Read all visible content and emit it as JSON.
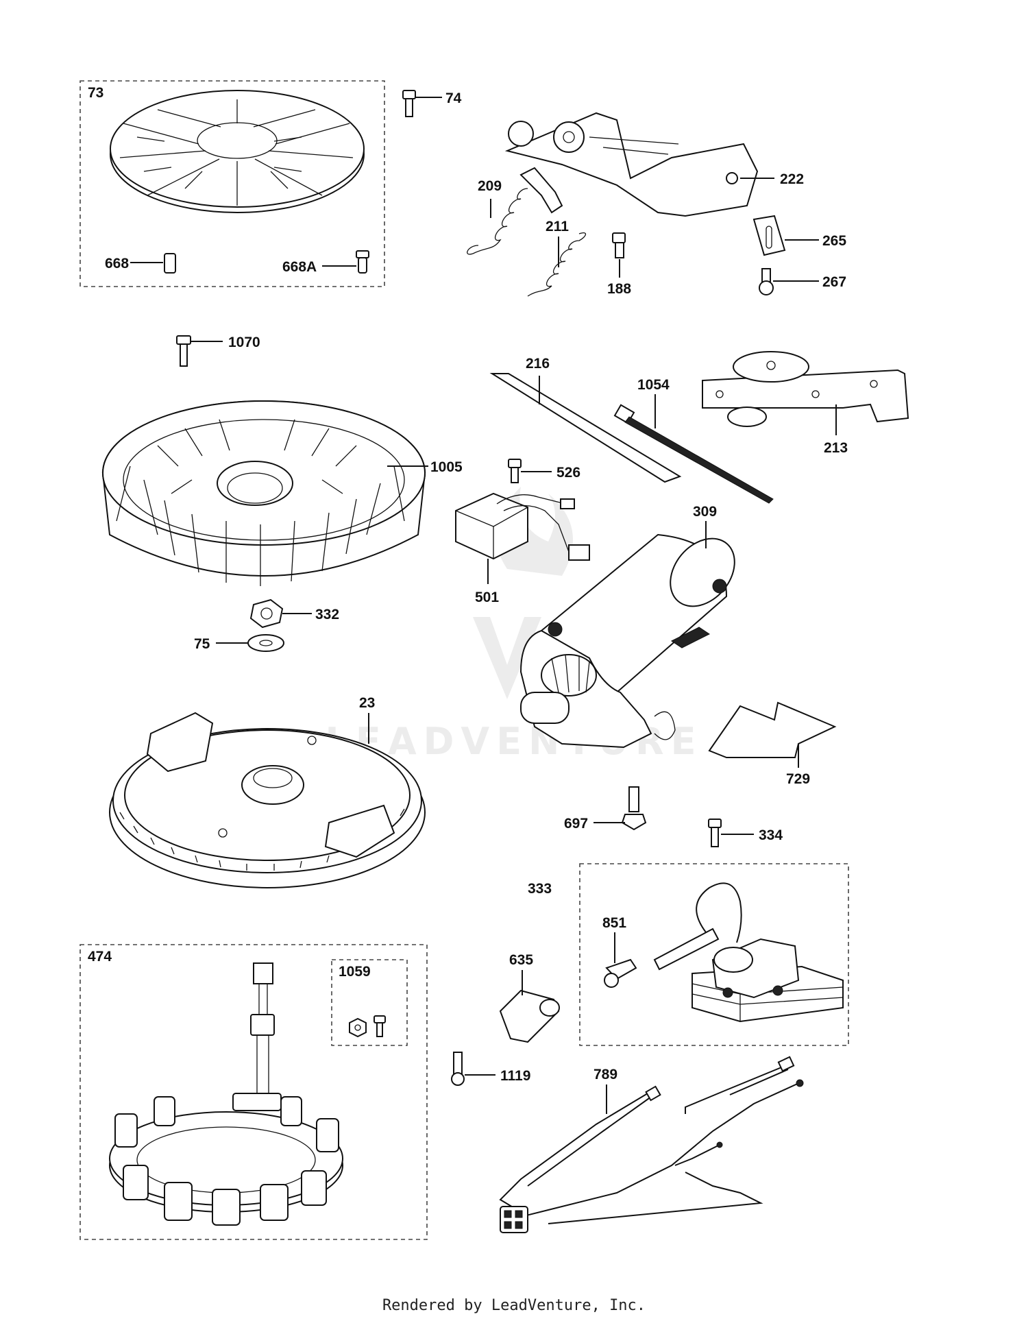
{
  "footer": "Rendered by LeadVenture, Inc.",
  "watermark": "LEADVENTURE",
  "labels": {
    "p73": "73",
    "p74": "74",
    "p222": "222",
    "p209": "209",
    "p211": "211",
    "p188": "188",
    "p265": "265",
    "p267": "267",
    "p668": "668",
    "p668A": "668A",
    "p1070": "1070",
    "p216": "216",
    "p1054": "1054",
    "p213": "213",
    "p1005": "1005",
    "p526": "526",
    "p309": "309",
    "p501": "501",
    "p332": "332",
    "p75": "75",
    "p23": "23",
    "p729": "729",
    "p697": "697",
    "p334": "334",
    "p333": "333",
    "p851": "851",
    "p635": "635",
    "p474": "474",
    "p1059": "1059",
    "p1119": "1119",
    "p789": "789"
  }
}
